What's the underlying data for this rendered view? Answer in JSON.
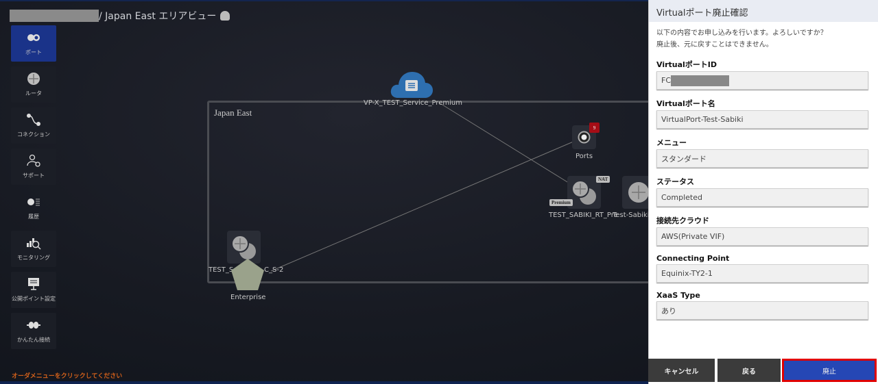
{
  "header": {
    "title": "/ Japan East エリアビュー",
    "user_icon": "support-agent-icon"
  },
  "sidebar": {
    "items": [
      {
        "label": "ポート",
        "icon": "port-icon",
        "active": true
      },
      {
        "label": "ルータ",
        "icon": "router-icon"
      },
      {
        "label": "コネクション",
        "icon": "connection-icon"
      },
      {
        "label": "サポート",
        "icon": "support-icon"
      },
      {
        "label": "履歴",
        "icon": "history-icon"
      },
      {
        "label": "モニタリング",
        "icon": "monitoring-icon"
      },
      {
        "label": "公開ポイント設定",
        "icon": "public-point-icon"
      },
      {
        "label": "かんたん接続",
        "icon": "easy-connect-icon"
      }
    ],
    "hint": "オーダメニューをクリックしてください"
  },
  "canvas": {
    "area_title": "Japan East",
    "cloud_label": "VP-X_TEST_Service_Premium",
    "ports": {
      "label": "Ports",
      "count": "9"
    },
    "router1": {
      "label": "TEST_SABIKI_RT_Pre",
      "nat_badge": "NAT",
      "premium_badge": "Premium"
    },
    "router2": {
      "label": "Test-Sabiki-"
    },
    "router3": {
      "label": "TEST_S",
      "label_tail": "C_S-2"
    },
    "enterprise": {
      "label": "Enterprise"
    }
  },
  "panel": {
    "title": "Virtualポート廃止確認",
    "message1": "以下の内容でお申し込みを行います。よろしいですか？",
    "message2": "廃止後、元に戻すことはできません。",
    "fields": [
      {
        "label": "VirtualポートID",
        "value": "FC"
      },
      {
        "label": "Virtualポート名",
        "value": "VirtualPort-Test-Sabiki"
      },
      {
        "label": "メニュー",
        "value": "スタンダード"
      },
      {
        "label": "ステータス",
        "value": "Completed"
      },
      {
        "label": "接続先クラウド",
        "value": "AWS(Private VIF)"
      },
      {
        "label": "Connecting Point",
        "value": "Equinix-TY2-1"
      },
      {
        "label": "XaaS Type",
        "value": "あり"
      }
    ],
    "buttons": {
      "cancel": "キャンセル",
      "back": "戻る",
      "abolish": "廃止"
    }
  }
}
